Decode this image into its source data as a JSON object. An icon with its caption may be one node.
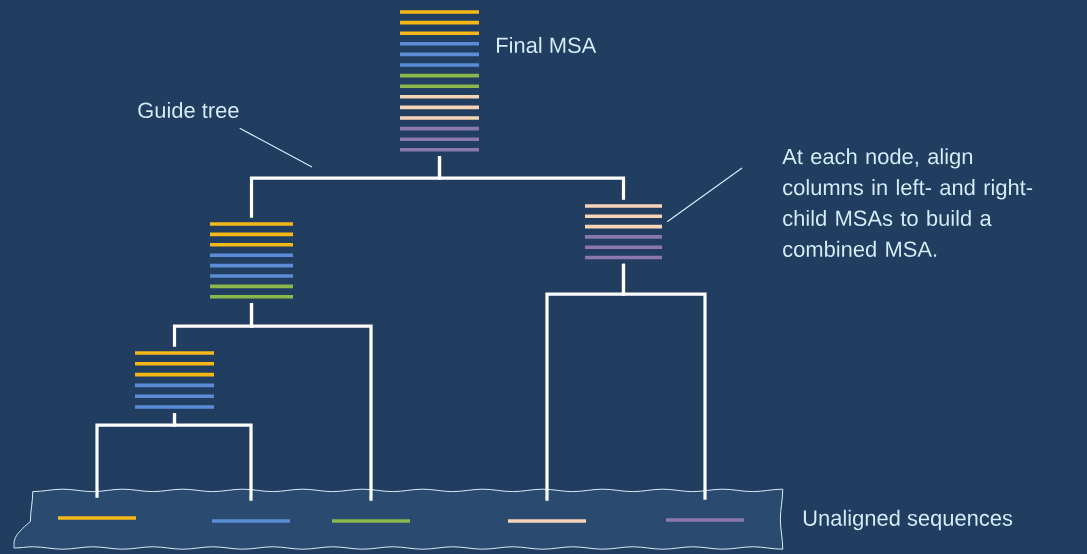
{
  "diagram": {
    "nodes": [
      {
        "text": [],
        "shape": "picture",
        "beside": [
          "Final MSA"
        ]
      },
      {
        "text": [],
        "shape": "picture"
      },
      {
        "text": [],
        "shape": "picture"
      },
      {
        "text": [],
        "shape": "picture"
      },
      {
        "text": [],
        "shape": "box",
        "beside": [
          "Unaligned sequences"
        ]
      },
      {
        "text": [],
        "shape": "bar",
        "in": 4
      },
      {
        "text": [],
        "shape": "bar",
        "in": 4
      },
      {
        "text": [],
        "shape": "bar",
        "in": 4
      },
      {
        "text": [],
        "shape": "bar",
        "in": 4
      },
      {
        "text": [],
        "shape": "bar",
        "in": 4
      },
      {
        "text": [
          "Guide tree"
        ]
      },
      {
        "text": [
          "At each node, align columns in left- and right-child MSAs to build a combined MSA."
        ]
      }
    ],
    "edges": [
      {
        "from": 0,
        "to": 1,
        "arrow": "none"
      },
      {
        "from": 0,
        "to": 2,
        "arrow": "none"
      },
      {
        "from": 1,
        "to": 3,
        "arrow": "none"
      },
      {
        "from": 1,
        "to": 7,
        "arrow": "none"
      },
      {
        "from": 3,
        "to": 5,
        "arrow": "none"
      },
      {
        "from": 3,
        "to": 6,
        "arrow": "none"
      },
      {
        "from": 2,
        "to": 8,
        "arrow": "none"
      },
      {
        "from": 2,
        "to": 9,
        "arrow": "none"
      },
      {
        "from": 10,
        "to": null,
        "arrow": "none"
      },
      {
        "from": 11,
        "to": 2,
        "arrow": "none"
      }
    ]
  }
}
